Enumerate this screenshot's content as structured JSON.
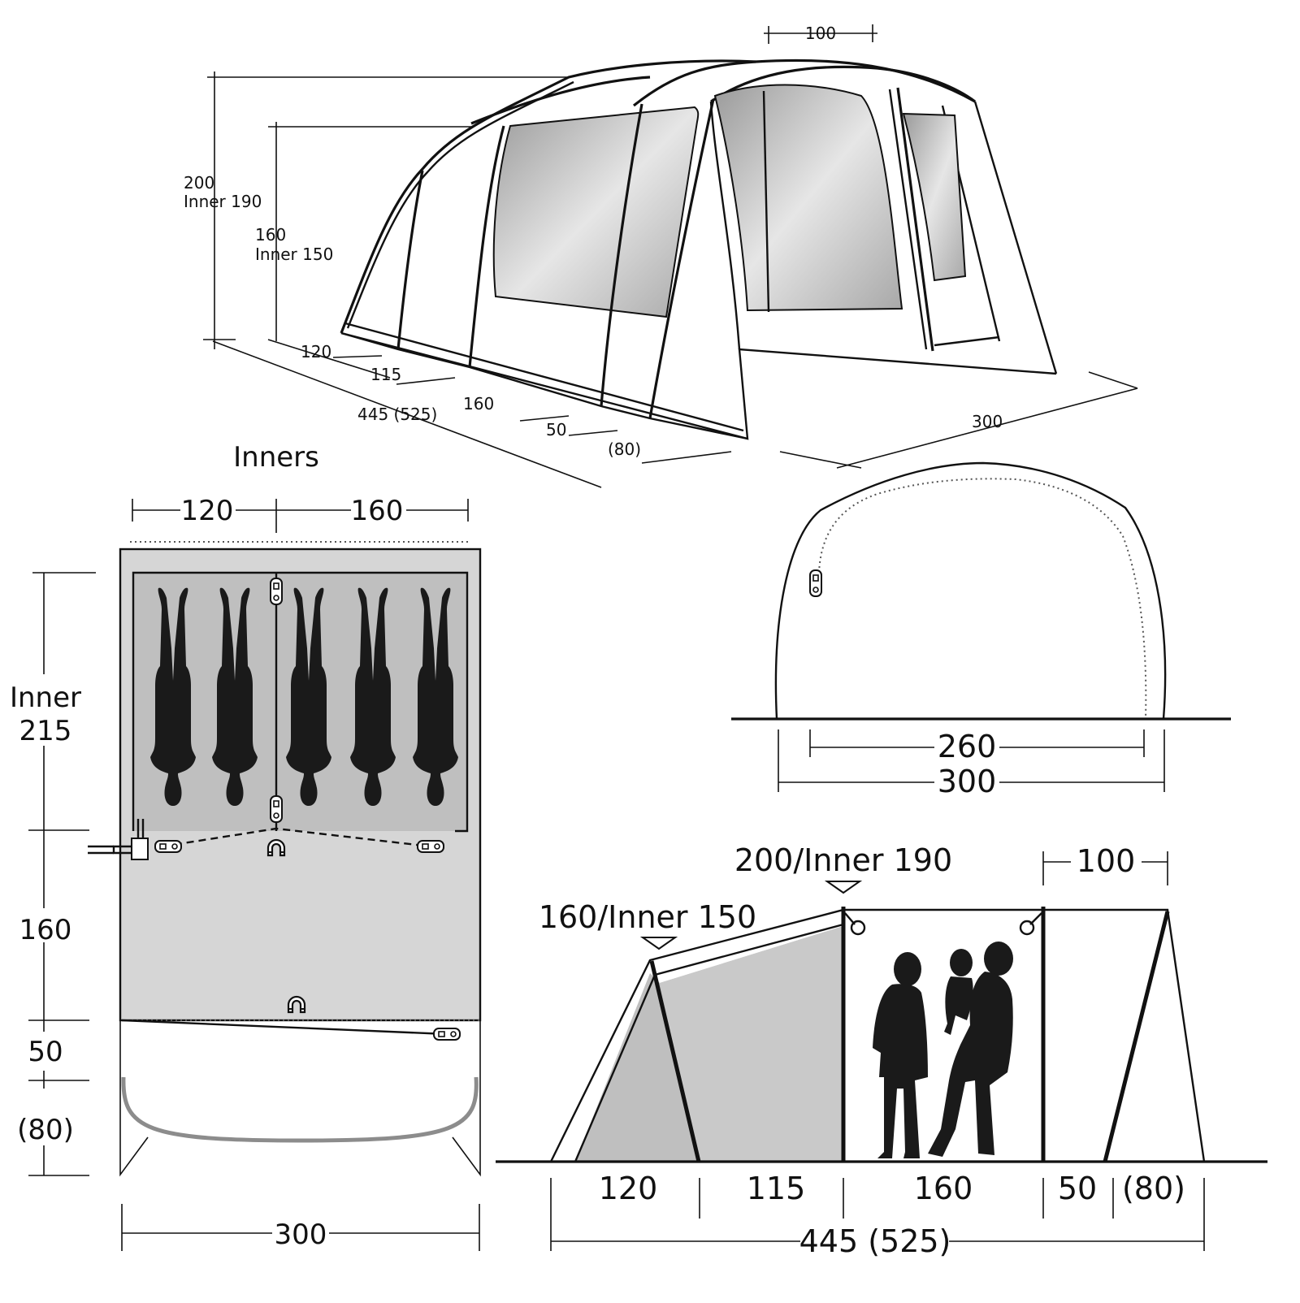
{
  "perspective": {
    "top_width": "100",
    "height_outer": "200",
    "height_inner": "Inner 190",
    "low_outer": "160",
    "low_inner": "Inner 150",
    "seg_120": "120",
    "seg_115": "115",
    "seg_160": "160",
    "seg_50": "50",
    "seg_80": "(80)",
    "length_total": "445 (525)",
    "width": "300"
  },
  "floorplan": {
    "title": "Inners",
    "top_left_width": "120",
    "top_right_width": "160",
    "inner_depth_label": "Inner",
    "inner_depth_value": "215",
    "living_depth": "160",
    "porch_depth": "50",
    "canopy_depth": "(80)",
    "bottom_width": "300"
  },
  "front_view": {
    "inner_width": "260",
    "outer_width": "300"
  },
  "side_view": {
    "low_height": "160/Inner 150",
    "high_height": "200/Inner 190",
    "canopy_top": "100",
    "seg_120": "120",
    "seg_115": "115",
    "seg_160": "160",
    "seg_50": "50",
    "seg_80": "(80)",
    "length_total": "445 (525)"
  },
  "colors": {
    "line": "#111111",
    "floor_fill": "#d6d6d6",
    "inner_fill": "#bfbfbf",
    "window_fill": "#c8c8c8",
    "silhouette": "#1a1a1a"
  }
}
